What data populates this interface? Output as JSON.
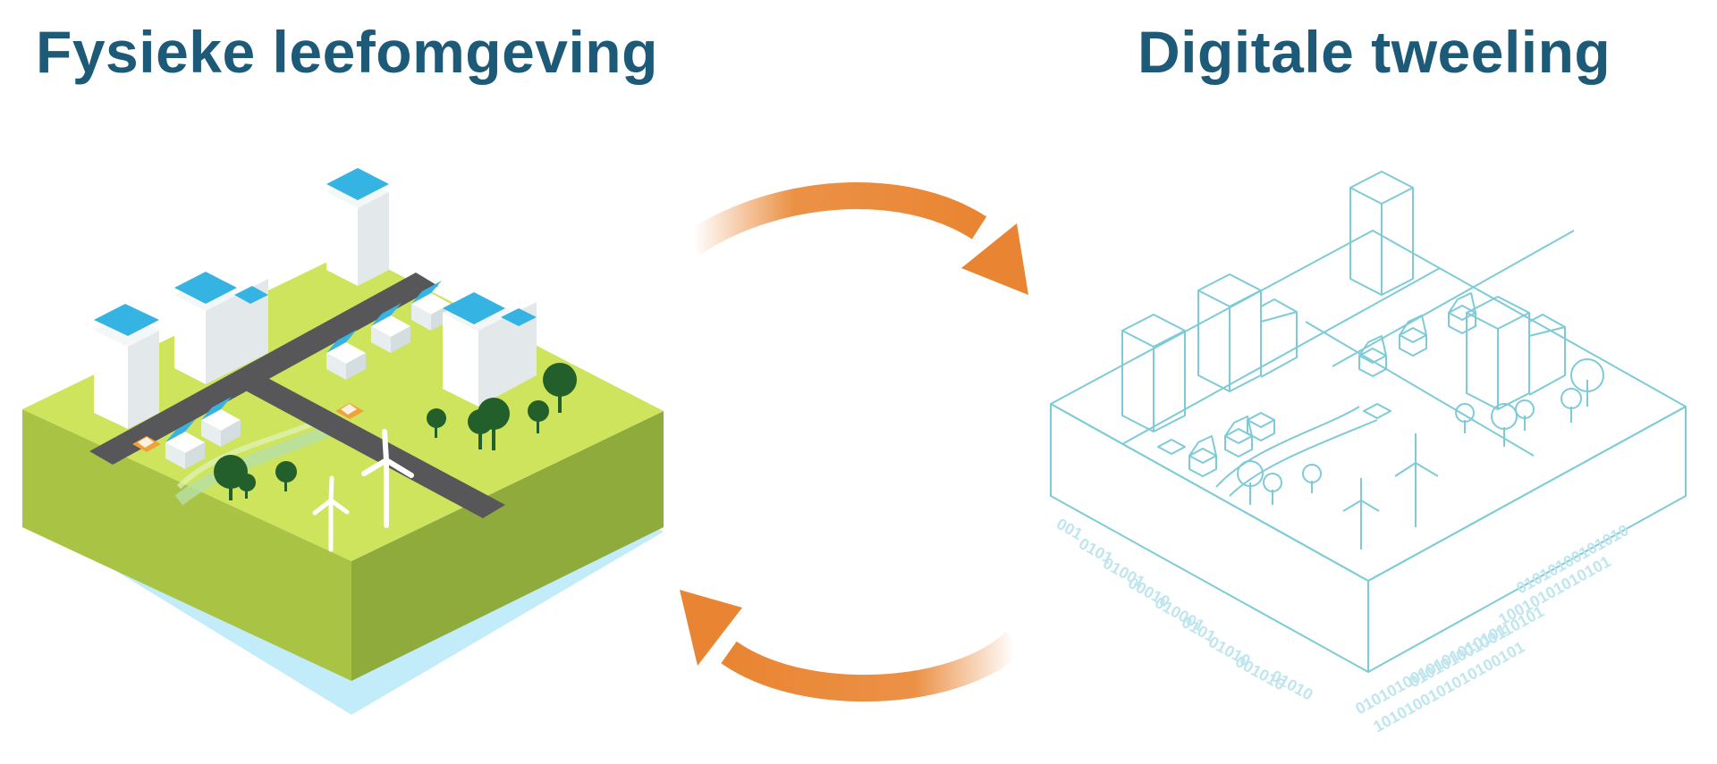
{
  "titles": {
    "left": "Fysieke leefomgeving",
    "right": "Digitale tweeling"
  },
  "colors": {
    "title": "#1d5a78",
    "grass_top": "#cde45c",
    "grass_left": "#a9c445",
    "grass_right": "#8fab3c",
    "water": "#c3ecfb",
    "road": "#57575a",
    "roof_blue": "#35b4e4",
    "tree_dark": "#235f2a",
    "car_orange": "#f0a23a",
    "arrow_orange": "#e98532",
    "twin_line": "#7ecbd8",
    "binary_text": "#bfe6ee"
  },
  "binary": {
    "left_strip": [
      "001",
      "0101",
      "01001",
      "00010",
      "010001",
      "0101",
      "01010",
      "001010",
      "01010"
    ],
    "right_strip": [
      "01010100101010",
      "10010101010101",
      "01010100100110101",
      "0101010010101010101",
      "1010100101010100101"
    ]
  }
}
